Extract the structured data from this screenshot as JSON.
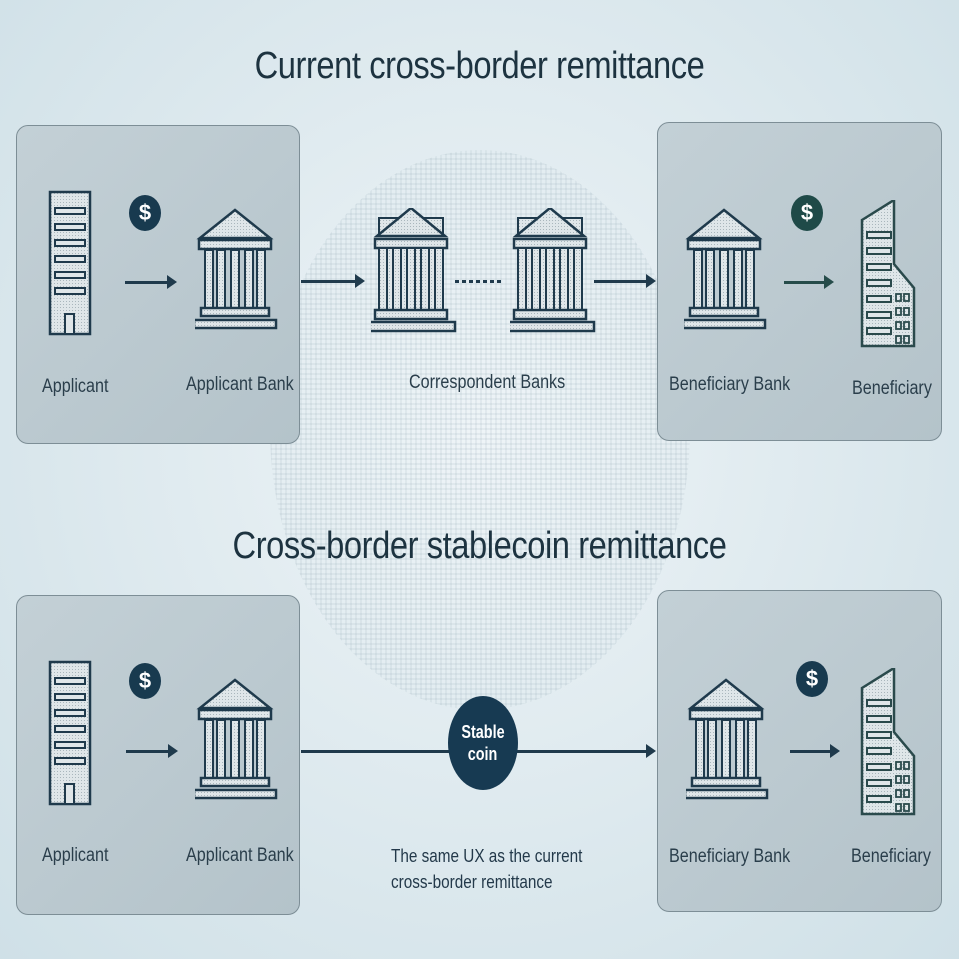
{
  "colors": {
    "primary_dark": "#1f3a4c",
    "green_dark": "#264c4a",
    "panel": "#bccad0"
  },
  "current": {
    "title": "Current cross-border remittance",
    "applicant_label": "Applicant",
    "applicant_bank_label": "Applicant Bank",
    "correspondent_label": "Correspondent Banks",
    "beneficiary_bank_label": "Beneficiary Bank",
    "beneficiary_label": "Beneficiary",
    "dollar_symbol": "$"
  },
  "stablecoin": {
    "title": "Cross-border stablecoin remittance",
    "applicant_label": "Applicant",
    "applicant_bank_label": "Applicant Bank",
    "coin_line1": "Stable",
    "coin_line2": "coin",
    "caption_line1": "The same UX as the current",
    "caption_line2": "cross-border remittance",
    "beneficiary_bank_label": "Beneficiary Bank",
    "beneficiary_label": "Beneficiary",
    "dollar_symbol": "$"
  }
}
